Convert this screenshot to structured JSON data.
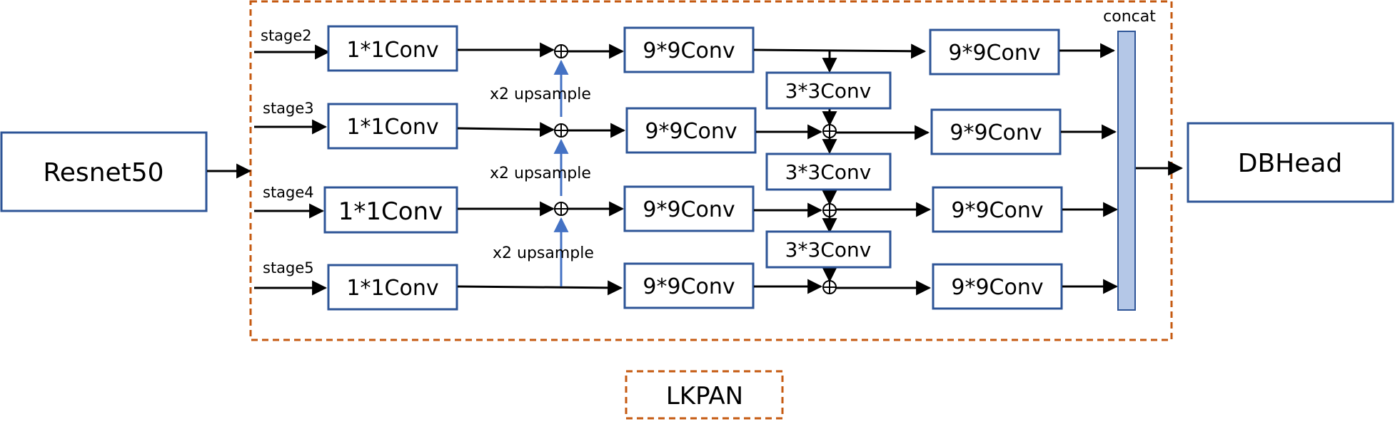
{
  "input_block": {
    "label": "Resnet50"
  },
  "output_block": {
    "label": "DBHead"
  },
  "module": {
    "label": "LKPAN"
  },
  "stages": [
    "stage2",
    "stage3",
    "stage4",
    "stage5"
  ],
  "reduce_conv": [
    "1*1Conv",
    "1*1Conv",
    "1*1Conv",
    "1*1Conv"
  ],
  "top_down_conv": [
    "9*9Conv",
    "9*9Conv",
    "9*9Conv",
    "9*9Conv"
  ],
  "bottom_up_conv": [
    "3*3Conv",
    "3*3Conv",
    "3*3Conv"
  ],
  "output_conv": [
    "9*9Conv",
    "9*9Conv",
    "9*9Conv",
    "9*9Conv"
  ],
  "upsample_labels": [
    "x2 upsample",
    "x2 upsample",
    "x2 upsample"
  ],
  "concat_label": "concat",
  "colors": {
    "box_stroke": "#2e5597",
    "dashed_border": "#c55a11",
    "upsample_arrow": "#4472c4",
    "concat_fill": "#b4c7e7",
    "concat_stroke": "#2e5597",
    "arrow": "#000000"
  }
}
